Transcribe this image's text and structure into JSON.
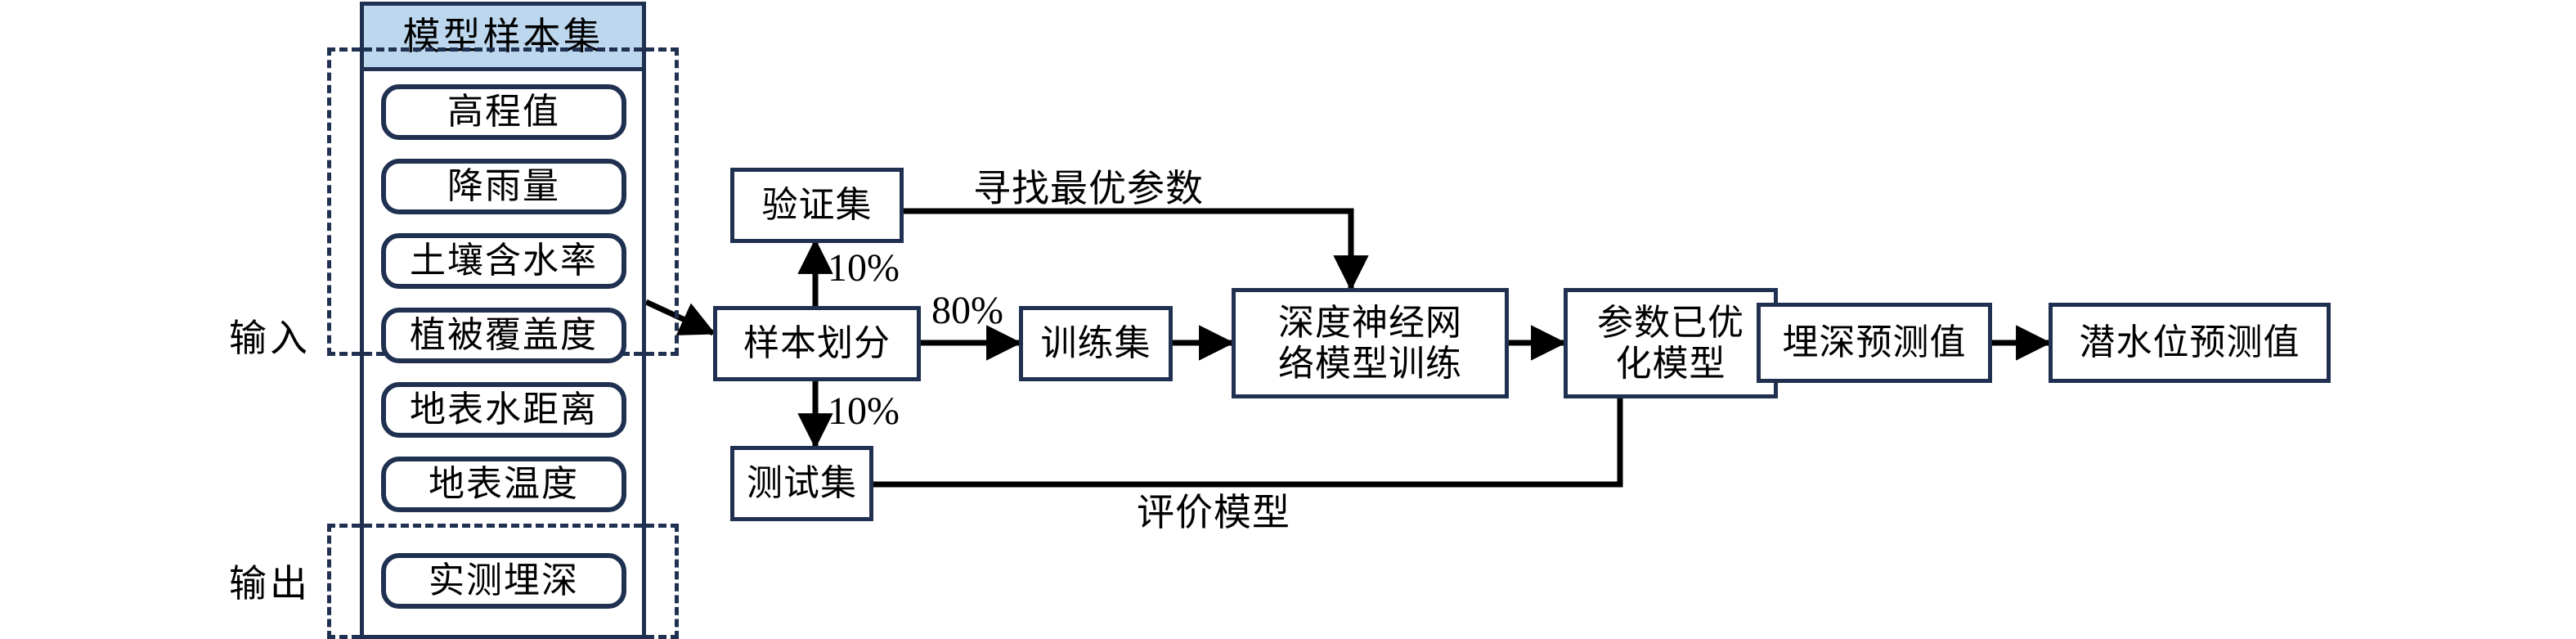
{
  "diagram": {
    "title_box": {
      "label": "模型样本集"
    },
    "side_labels": {
      "input": "输入",
      "output": "输出"
    },
    "input_features": [
      {
        "label": "高程值"
      },
      {
        "label": "降雨量"
      },
      {
        "label": "土壤含水率"
      },
      {
        "label": "植被覆盖度"
      },
      {
        "label": "地表水距离"
      },
      {
        "label": "地表温度"
      }
    ],
    "output_features": [
      {
        "label": "实测埋深"
      }
    ],
    "flow_nodes": [
      {
        "id": "split",
        "label": "样本划分"
      },
      {
        "id": "validation",
        "label": "验证集"
      },
      {
        "id": "train",
        "label": "训练集"
      },
      {
        "id": "test",
        "label": "测试集"
      },
      {
        "id": "dnn",
        "label": "深度神经网\n络模型训练"
      },
      {
        "id": "optimized",
        "label": "参数已优\n化模型"
      },
      {
        "id": "depth_pred",
        "label": "埋深预测值"
      },
      {
        "id": "water_level_pred",
        "label": "潜水位预测值"
      }
    ],
    "edge_labels": {
      "validation_pct": "10%",
      "train_pct": "80%",
      "test_pct": "10%",
      "find_best_params": "寻找最优参数",
      "evaluate_model": "评价模型"
    },
    "colors": {
      "border": "#1f3050",
      "header_fill": "#bdd7ee",
      "wire": "#000000",
      "background": "#ffffff"
    }
  }
}
